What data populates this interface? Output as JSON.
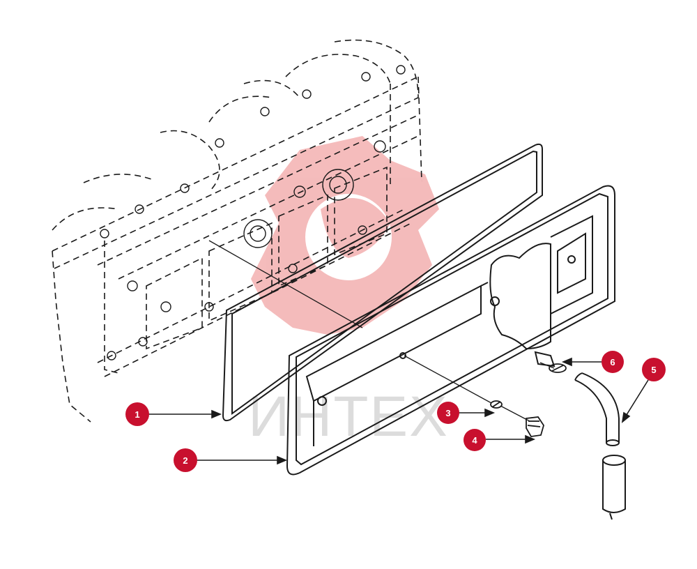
{
  "colors": {
    "line": "#1a1a1a",
    "callout_fill": "#c8102e",
    "callout_text": "#ffffff",
    "watermark": "#f1a7a7",
    "watermark_text": "#d4d4d4"
  },
  "watermark": {
    "text": "ИНТЕХ",
    "logo": "gear-logo-icon"
  },
  "callouts": [
    {
      "id": "1",
      "label": "1"
    },
    {
      "id": "2",
      "label": "2"
    },
    {
      "id": "3",
      "label": "3"
    },
    {
      "id": "4",
      "label": "4"
    },
    {
      "id": "5",
      "label": "5"
    },
    {
      "id": "6",
      "label": "6"
    }
  ]
}
